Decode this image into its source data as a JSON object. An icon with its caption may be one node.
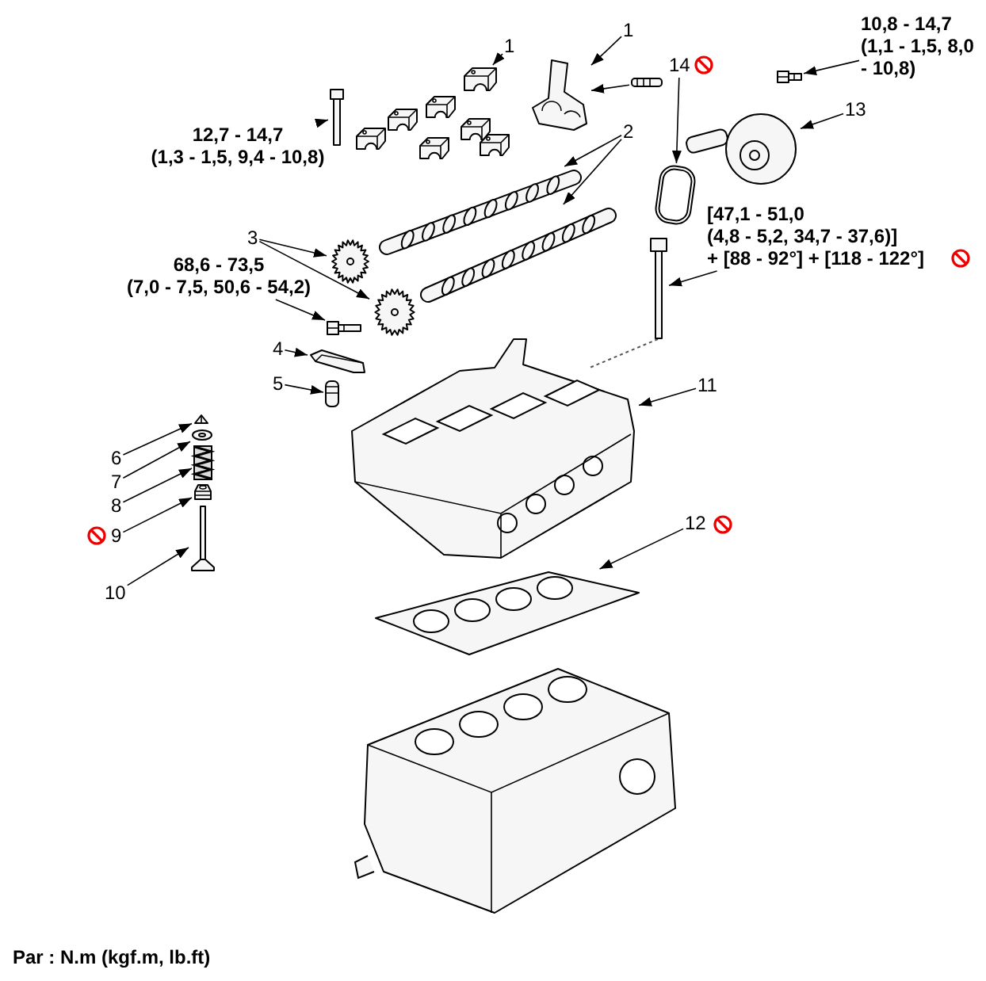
{
  "diagram": {
    "nodes": [
      {
        "text": [
          "1"
        ]
      },
      {
        "text": [],
        "shape": "picture"
      },
      {
        "text": [
          "1"
        ]
      },
      {
        "text": [],
        "shape": "picture"
      },
      {
        "text": [],
        "shape": "picture"
      },
      {
        "text": [
          "12,7 - 14,7 (1,3 - 1,5, 9,4 - 10,8)"
        ]
      },
      {
        "text": [],
        "shape": "picture"
      },
      {
        "text": [
          "2"
        ]
      },
      {
        "text": [],
        "shape": "picture"
      },
      {
        "text": [],
        "shape": "picture"
      },
      {
        "text": [
          "3"
        ]
      },
      {
        "text": [],
        "shape": "picture"
      },
      {
        "text": [],
        "shape": "picture"
      },
      {
        "text": [
          "68,6 - 73,5 (7,0 - 7,5, 50,6 - 54,2)"
        ]
      },
      {
        "text": [],
        "shape": "picture"
      },
      {
        "text": [
          "4"
        ]
      },
      {
        "text": [],
        "shape": "picture"
      },
      {
        "text": [
          "5"
        ]
      },
      {
        "text": [],
        "shape": "picture"
      },
      {
        "text": [
          "6"
        ]
      },
      {
        "text": [],
        "shape": "picture"
      },
      {
        "text": [
          "7"
        ]
      },
      {
        "text": [],
        "shape": "picture"
      },
      {
        "text": [
          "8"
        ]
      },
      {
        "text": [],
        "shape": "picture"
      },
      {
        "text": [
          "9"
        ]
      },
      {
        "text": [],
        "shape": "picture"
      },
      {
        "text": [
          "10"
        ]
      },
      {
        "text": [],
        "shape": "picture"
      },
      {
        "text": [
          "11"
        ]
      },
      {
        "text": [],
        "shape": "picture"
      },
      {
        "text": [
          "12"
        ]
      },
      {
        "text": [],
        "shape": "picture"
      },
      {
        "text": [
          "13"
        ]
      },
      {
        "text": [],
        "shape": "picture"
      },
      {
        "text": [
          "14"
        ]
      },
      {
        "text": [],
        "shape": "picture"
      },
      {
        "text": [
          "10,8 - 14,7 (1,1 - 1,5, 8,0 - 10,8)"
        ]
      },
      {
        "text": [],
        "shape": "picture"
      },
      {
        "text": [
          "[47,1 - 51,0 (4,8 - 5,2, 34,7 - 37,6)] + [88 - 92°] + [118 - 122°]"
        ]
      },
      {
        "text": [],
        "shape": "picture"
      }
    ],
    "edges": [
      {
        "from": 0,
        "to": 1,
        "arrow": "to"
      },
      {
        "from": 2,
        "to": 3,
        "arrow": "to"
      },
      {
        "from": 4,
        "to": 3,
        "arrow": "to"
      },
      {
        "from": 5,
        "to": 6,
        "arrow": "to"
      },
      {
        "from": 7,
        "to": 8,
        "arrow": "to"
      },
      {
        "from": 7,
        "to": 9,
        "arrow": "to"
      },
      {
        "from": 10,
        "to": 11,
        "arrow": "to"
      },
      {
        "from": 10,
        "to": 12,
        "arrow": "to"
      },
      {
        "from": 13,
        "to": 14,
        "arrow": "to"
      },
      {
        "from": 15,
        "to": 16,
        "arrow": "to"
      },
      {
        "from": 17,
        "to": 18,
        "arrow": "to"
      },
      {
        "from": 19,
        "to": 20,
        "arrow": "to"
      },
      {
        "from": 21,
        "to": 22,
        "arrow": "to"
      },
      {
        "from": 23,
        "to": 24,
        "arrow": "to"
      },
      {
        "from": 25,
        "to": 26,
        "arrow": "to"
      },
      {
        "from": 27,
        "to": 28,
        "arrow": "to"
      },
      {
        "from": 29,
        "to": 30,
        "arrow": "to"
      },
      {
        "from": 31,
        "to": 32,
        "arrow": "to"
      },
      {
        "from": 33,
        "to": 34,
        "arrow": "to"
      },
      {
        "from": 35,
        "to": 36,
        "arrow": "to"
      },
      {
        "from": 37,
        "to": 38,
        "arrow": "to"
      },
      {
        "from": 39,
        "to": 40,
        "arrow": "to"
      }
    ],
    "labels": [
      "Par : N.m (kgf.m, lb.ft)"
    ]
  }
}
